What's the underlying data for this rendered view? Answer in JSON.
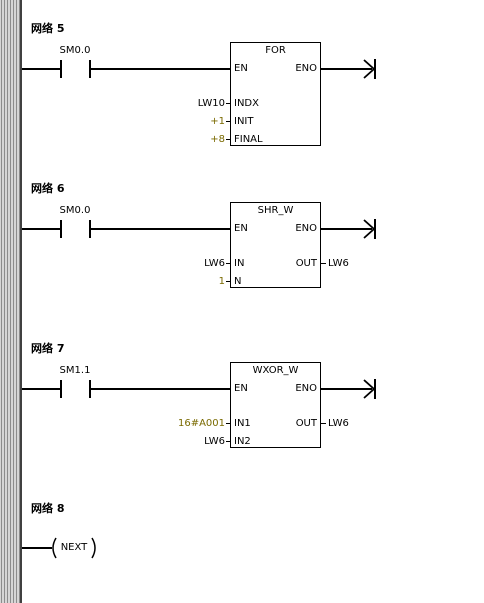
{
  "networks": [
    {
      "title": "网络 5",
      "contact": "SM0.0",
      "box_name": "FOR",
      "en_label": "EN",
      "eno_label": "ENO",
      "inputs": [
        {
          "pin": "INDX",
          "value": "LW10"
        },
        {
          "pin": "INIT",
          "value": "+1"
        },
        {
          "pin": "FINAL",
          "value": "+8"
        }
      ]
    },
    {
      "title": "网络 6",
      "contact": "SM0.0",
      "box_name": "SHR_W",
      "en_label": "EN",
      "eno_label": "ENO",
      "inputs": [
        {
          "pin": "IN",
          "value": "LW6"
        },
        {
          "pin": "N",
          "value": "1"
        }
      ],
      "output": {
        "pin": "OUT",
        "value": "LW6"
      }
    },
    {
      "title": "网络 7",
      "contact": "SM1.1",
      "box_name": "WXOR_W",
      "en_label": "EN",
      "eno_label": "ENO",
      "inputs": [
        {
          "pin": "IN1",
          "value": "16#A001"
        },
        {
          "pin": "IN2",
          "value": "LW6"
        }
      ],
      "output": {
        "pin": "OUT",
        "value": "LW6"
      }
    },
    {
      "title": "网络 8",
      "coil": "NEXT"
    }
  ],
  "colors": {
    "wire": "#000000",
    "constant_operand": "#7a6a00",
    "rail_dark": "#404040",
    "rail_mid": "#8c8c8c",
    "rail_light": "#d6d6d6"
  }
}
